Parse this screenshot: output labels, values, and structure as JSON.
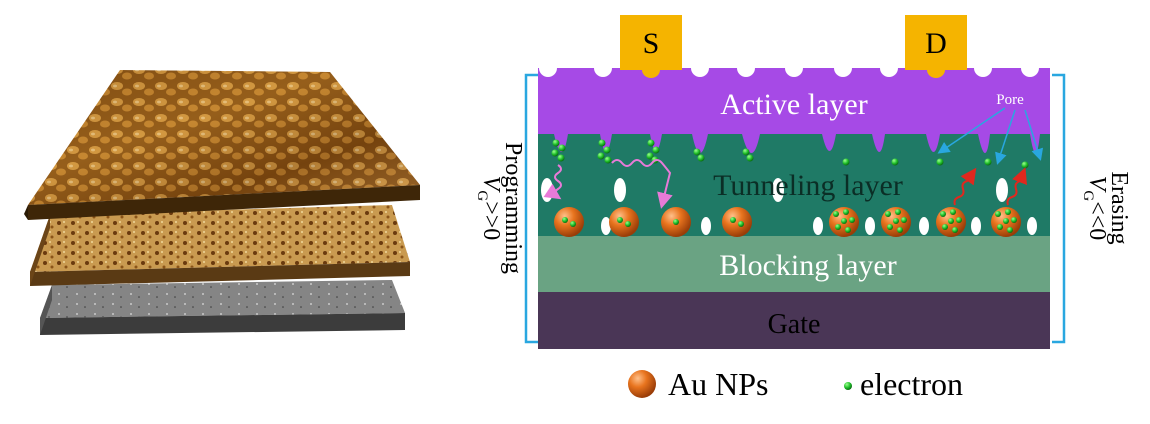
{
  "labels": {
    "source": "S",
    "drain": "D",
    "active_layer": "Active layer",
    "pore": "Pore",
    "tunneling_layer": "Tunneling layer",
    "blocking_layer": "Blocking layer",
    "gate": "Gate",
    "programming": "Programming",
    "programming_cond": "V",
    "programming_cond_sub": "G",
    "programming_cond_rel": ">>0",
    "erasing": "Erasing",
    "erasing_cond": "V",
    "erasing_cond_sub": "G",
    "erasing_cond_rel": "<<0"
  },
  "legend": {
    "au_nps": "Au NPs",
    "electron": "electron"
  },
  "colors": {
    "electrode": "#f5b400",
    "active_layer": "#a64ae6",
    "tunneling_layer": "#1f7a66",
    "blocking_layer": "#6aa383",
    "gate": "#4a3656",
    "bracket": "#29a7e0",
    "au_np": "#e8741e",
    "electron": "#1fbf2a",
    "arrow_program": "#e87ad8",
    "arrow_erase": "#e0281e",
    "pore_arrow": "#29a7e0"
  }
}
